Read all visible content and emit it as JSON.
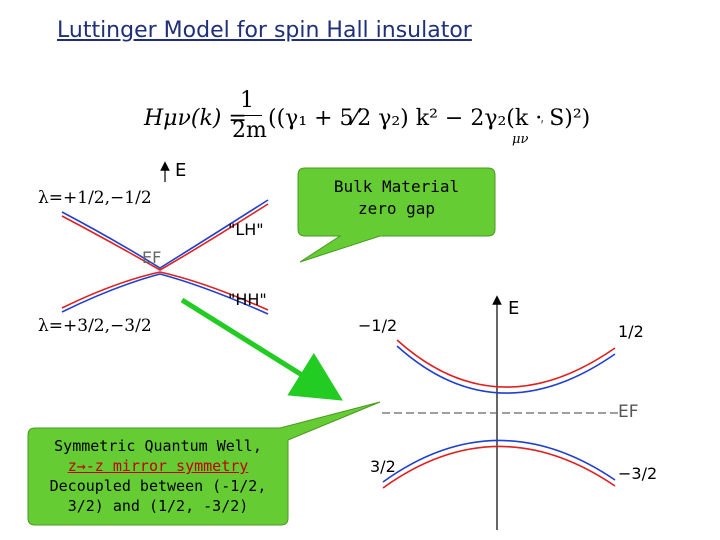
{
  "title": "Luttinger Model for spin Hall insulator",
  "formula": {
    "lhs": "Hμν(k) =",
    "numerator": "1",
    "denominator": "2m",
    "body": "((γ₁ + 5⁄2 γ₂) k² − 2γ₂(k · S)²)",
    "subscript": "μν",
    "trail": ","
  },
  "left_diagram": {
    "lambda_top": "λ=+1/2,−1/2",
    "lambda_bottom": "λ=+3/2,−3/2",
    "energy_label": "E",
    "lh_label": "\"LH\"",
    "hh_label": "\"HH\"",
    "ef_label": "EF"
  },
  "callout_bulk": {
    "line1": "Bulk Material",
    "line2": "zero gap"
  },
  "callout_qw": {
    "line1": "Symmetric Quantum Well,",
    "line2": "z→-z mirror symmetry",
    "line3": "Decoupled between (-1/2,",
    "line4": "3/2) and (1/2, -3/2)"
  },
  "right_diagram": {
    "energy_label": "E",
    "ef_label": "EF",
    "label_m12": "−1/2",
    "label_p12": "1/2",
    "label_p32": "3/2",
    "label_m32": "−3/2"
  },
  "colors": {
    "title": "#1f2f7a",
    "callout_fill": "#66cc33",
    "arrow_green": "#22cc22",
    "band_red": "#e02020",
    "band_blue": "#2040d0"
  }
}
